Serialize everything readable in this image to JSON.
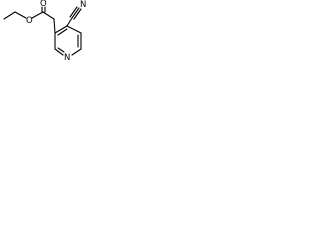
{
  "molecule": {
    "atoms": {
      "carbonyl_oxygen": "O",
      "ester_oxygen": "O",
      "nitrile_nitrogen": "N",
      "ring_nitrogen": "N"
    }
  }
}
